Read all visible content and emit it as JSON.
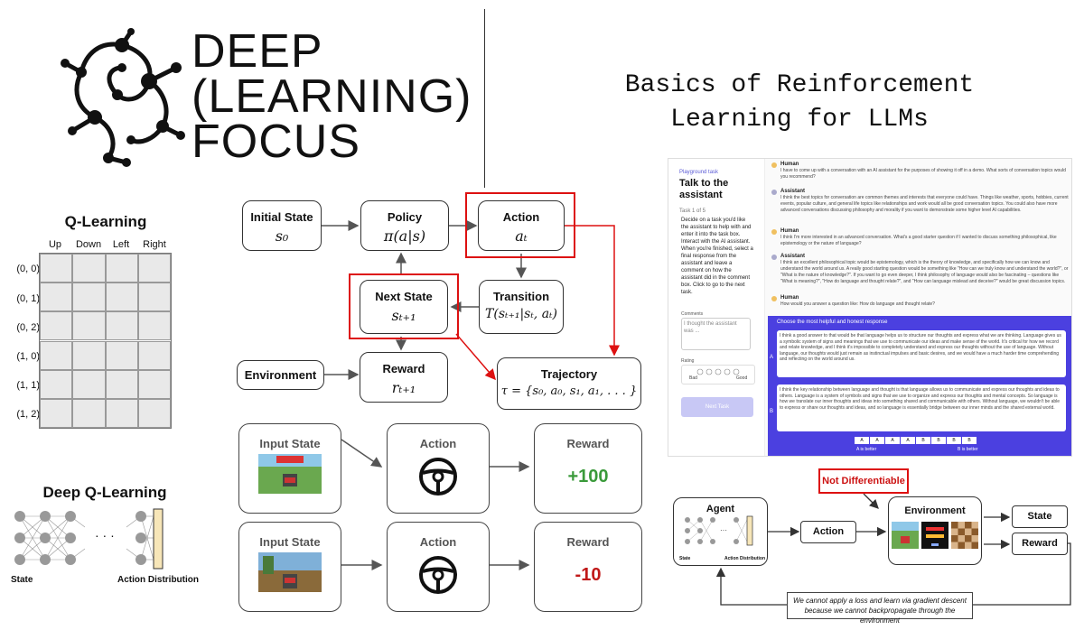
{
  "logo": {
    "line1": "DEEP",
    "line2": "(LEARNING)",
    "line3": "FOCUS"
  },
  "title": {
    "line1": "Basics of Reinforcement",
    "line2": "Learning for LLMs"
  },
  "rl_diagram": {
    "initial_state": {
      "label": "Initial State",
      "math": "s₀"
    },
    "policy": {
      "label": "Policy",
      "math": "π(a|s)"
    },
    "action": {
      "label": "Action",
      "math": "aₜ"
    },
    "next_state": {
      "label": "Next State",
      "math": "sₜ₊₁"
    },
    "transition": {
      "label": "Transition",
      "math": "T(sₜ₊₁|sₜ, aₜ)"
    },
    "environment": {
      "label": "Environment"
    },
    "reward": {
      "label": "Reward",
      "math": "rₜ₊₁"
    },
    "trajectory": {
      "label": "Trajectory",
      "math": "τ = {s₀, a₀, s₁, a₁, . . . }"
    }
  },
  "q_learning": {
    "title": "Q-Learning",
    "columns": [
      "Up",
      "Down",
      "Left",
      "Right"
    ],
    "rows": [
      "(0, 0)",
      "(0, 1)",
      "(0, 2)",
      "(1, 0)",
      "(1, 1)",
      "(1, 2)"
    ]
  },
  "deep_q": {
    "title": "Deep Q-Learning",
    "state_label": "State",
    "action_dist_label": "Action Distribution",
    "ellipsis": "· · ·"
  },
  "game_rows": [
    {
      "input_label": "Input State",
      "action_label": "Action",
      "reward_label": "Reward",
      "reward_value": "+100",
      "reward_color": "#3a9a3a"
    },
    {
      "input_label": "Input State",
      "action_label": "Action",
      "reward_label": "Reward",
      "reward_value": "-10",
      "reward_color": "#c01818"
    }
  ],
  "rlhf_ui": {
    "task_tag": "Playground task",
    "task_title": "Talk to the assistant",
    "task_count": "Task 1 of 5",
    "instructions": "Decide on a task you'd like the assistant to help with and enter it into the task box. Interact with the AI assistant. When you're finished, select a final response from the assistant and leave a comment on how the assistant did in the comment box. Click to go to the next task.",
    "comments_label": "Comments",
    "comments_placeholder": "I thought the assistant was ...",
    "rating_label": "Rating",
    "rating_bad": "Bad",
    "rating_good": "Good",
    "next_task": "Next Task",
    "messages": [
      {
        "role": "Human",
        "text": "I have to come up with a conversation with an AI assistant for the purposes of showing it off in a demo. What sorts of conversation topics would you recommend?"
      },
      {
        "role": "Assistant",
        "text": "I think the best topics for conversation are common themes and interests that everyone could have. Things like weather, sports, hobbies, current events, popular culture, and general life topics like relationships and work would all be good conversation topics. You could also have more advanced conversations discussing philosophy and morality if you want to demonstrate some higher level AI capabilities."
      },
      {
        "role": "Human",
        "text": "I think I'm more interested in an advanced conversation. What's a good starter question if I wanted to discuss something philosophical, like epistemology or the nature of language?"
      },
      {
        "role": "Assistant",
        "text": "I think an excellent philosophical topic would be epistemology, which is the theory of knowledge, and specifically how we can know and understand the world around us. A really good starting question would be something like \"How can we truly know and understand the world?\", or \"What is the nature of knowledge?\". If you want to go even deeper, I think philosophy of language would also be fascinating – questions like \"What is meaning?\", \"How do language and thought relate?\", and \"How can language mislead and deceive?\" would be great discussion topics."
      },
      {
        "role": "Human",
        "text": "How would you answer a question like: How do language and thought relate?"
      }
    ],
    "choose_prompt": "Choose the most helpful and honest response",
    "response_a": "I think a good answer to that would be that language helps us to structure our thoughts and express what we are thinking. Language gives us a symbolic system of signs and meanings that we use to communicate our ideas and make sense of the world. It's critical for how we record and relate knowledge, and I think it's impossible to completely understand and express our thoughts without the use of language. Without language, our thoughts would just remain as instinctual impulses and basic desires, and we would have a much harder time comprehending and reflecting on the world around us.",
    "response_b": "I think the key relationship between language and thought is that language allows us to communicate and express our thoughts and ideas to others. Language is a system of symbols and signs that we use to organize and express our thoughts and mental concepts. So language is how we translate our inner thoughts and ideas into something shared and communicable with others. Without language, we wouldn't be able to express or share our thoughts and ideas, and so language is essentially bridge between our inner minds and the shared external world.",
    "label_a": "A",
    "label_b": "B",
    "scale": [
      "A",
      "A",
      "A",
      "A",
      "B",
      "B",
      "B",
      "B"
    ],
    "a_better": "A is better",
    "b_better": "B is better"
  },
  "rl_loop": {
    "not_diff": "Not Differentiable",
    "agent": "Agent",
    "agent_state": "State",
    "agent_action_dist": "Action Distribution",
    "action": "Action",
    "environment": "Environment",
    "state": "State",
    "reward": "Reward",
    "note_line1": "We cannot apply a loss and learn via gradient descent",
    "note_line2": "because we cannot backpropagate through the environment"
  }
}
